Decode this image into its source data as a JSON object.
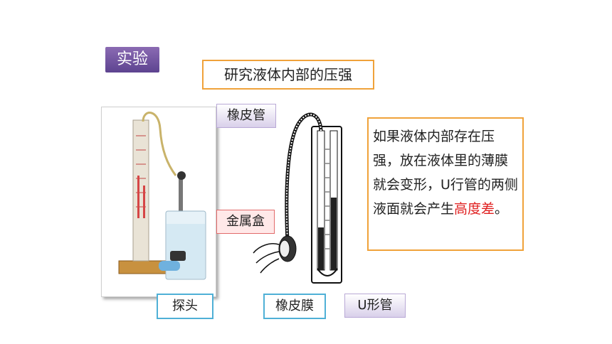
{
  "badge": {
    "label": "实验"
  },
  "title": {
    "text": "研究液体内部的压强"
  },
  "labels": {
    "rubber_tube": "橡皮管",
    "metal_box": "金属盒",
    "probe": "探头",
    "rubber_film": "橡皮膜",
    "u_tube": "U形管"
  },
  "note": {
    "part1": "如果液体内部存在压强，放在液体里的薄膜就会变形，U行管的两侧液面就会产生",
    "highlight": "高度差",
    "part2": "。"
  },
  "colors": {
    "badge": "#6e519e",
    "frame_orange": "#f0a23a",
    "callout_blue": "#4fb0d6",
    "callout_red_fill": "#ffe8e8",
    "highlight_red": "#e02020"
  },
  "icons": [
    "pressure-gauge-photo",
    "u-tube-manometer-diagram"
  ]
}
